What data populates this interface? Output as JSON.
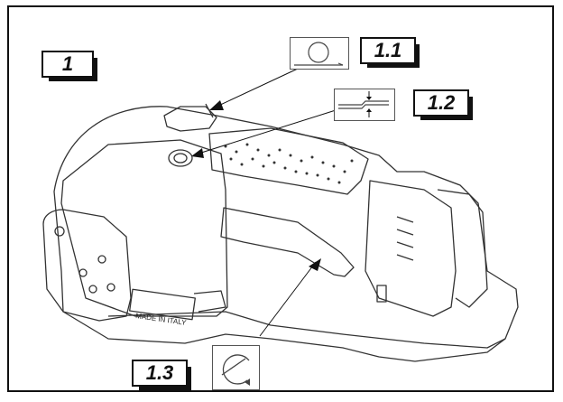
{
  "labels": {
    "main": "1",
    "c11": "1.1",
    "c12": "1.2",
    "c13": "1.3"
  },
  "housing_text": "MADE IN ITALY",
  "colors": {
    "ink": "#111111",
    "line": "#333333",
    "paper": "#ffffff"
  },
  "icons": {
    "c11": "press-button-icon",
    "c12": "clamp-tension-icon",
    "c13": "lever-rotate-icon"
  }
}
